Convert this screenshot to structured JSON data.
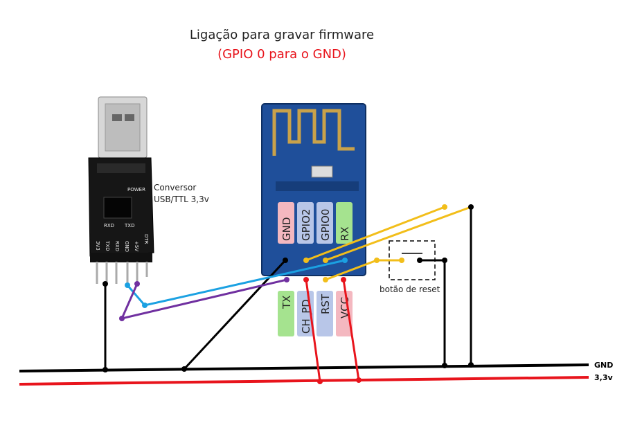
{
  "title": {
    "line1": "Ligação para gravar firmware",
    "line2": "(GPIO 0 para o GND)"
  },
  "adapter": {
    "label_line1": "Conversor",
    "label_line2": "USB/TTL 3,3v",
    "board_power": "POWER",
    "board_rx0": "RXD",
    "board_tx0": "TXD",
    "board_pins": [
      "3V3",
      "TXD",
      "RXD",
      "GND",
      "+5V",
      "DTR"
    ]
  },
  "esp_top_pins": [
    "GND",
    "GPIO2",
    "GPIO0",
    "RX"
  ],
  "esp_bottom_pins": [
    "TX",
    "CH_PD",
    "RST",
    "VCC"
  ],
  "reset_button_label": "botão de reset",
  "rails": {
    "gnd": "GND",
    "vcc": "3,3v"
  },
  "colors": {
    "gnd_wire": "#000000",
    "vcc_wire": "#e8141c",
    "tx_wire": "#1ba1e2",
    "rx_wire": "#7030a0",
    "gpio_wire": "#f2be1a",
    "title_accent": "#e8141c",
    "pin_gnd": "#f4b8c0",
    "pin_gpio": "#b8c6e8",
    "pin_rx": "#a5e38f",
    "esp_board": "#1f4f9a"
  }
}
